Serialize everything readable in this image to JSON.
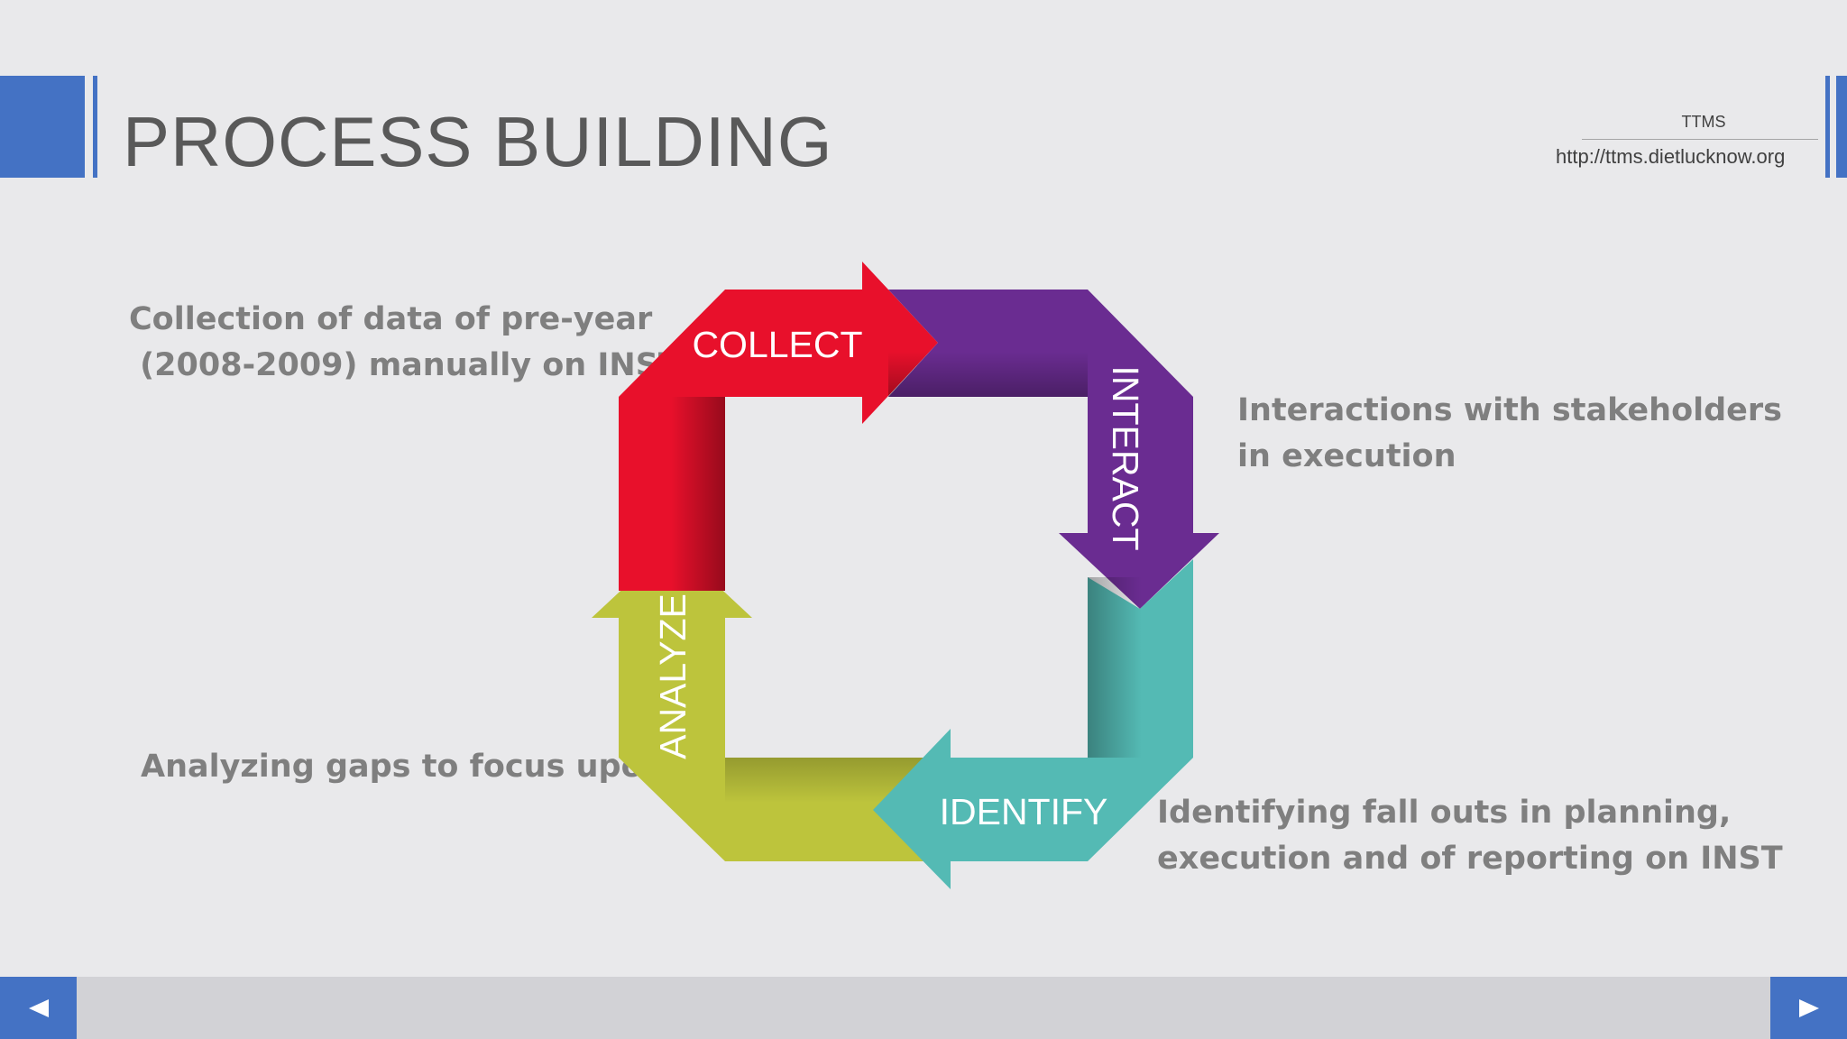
{
  "header": {
    "title": "PROCESS BUILDING",
    "brand": "TTMS",
    "url": "http://ttms.dietlucknow.org"
  },
  "cycle": {
    "steps": [
      {
        "label": "COLLECT",
        "color": "#e8102b",
        "description": [
          "Collection of data of pre-year",
          " (2008-2009) manually on INST"
        ]
      },
      {
        "label": "INTERACT",
        "color": "#6a2c91",
        "description": [
          "Interactions with stakeholders",
          "in execution"
        ]
      },
      {
        "label": "IDENTIFY",
        "color": "#54bab4",
        "description": [
          "Identifying fall outs in planning,",
          "execution and of reporting on INST"
        ]
      },
      {
        "label": "ANALYZE",
        "color": "#bdc43c",
        "description": [
          "Analyzing gaps to focus upon"
        ]
      }
    ]
  },
  "footer": {
    "prev_icon": "triangle-left-icon",
    "next_icon": "triangle-right-icon",
    "accent": "#4472c4"
  }
}
